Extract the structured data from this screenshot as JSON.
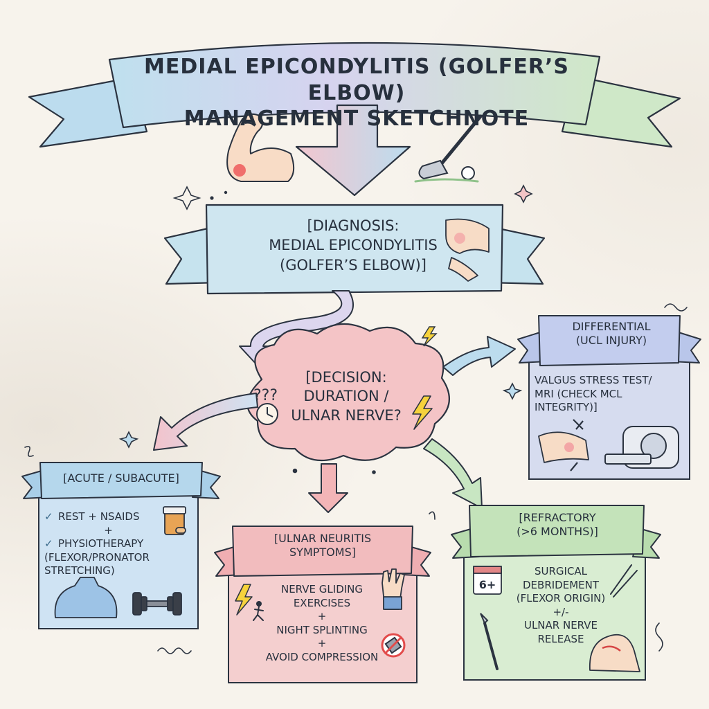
{
  "title": {
    "line1": "MEDIAL EPICONDYLITIS (GOLFER’S ELBOW)",
    "line2": "MANAGEMENT SKETCHNOTE"
  },
  "diagnosis": {
    "line1": "[DIAGNOSIS:",
    "line2": "MEDIAL EPICONDYLITIS",
    "line3": "(GOLFER’S ELBOW)]"
  },
  "decision": {
    "line1": "[DECISION:",
    "line2": "DURATION /",
    "line3": "ULNAR NERVE?",
    "glyph": "???"
  },
  "differential": {
    "label1": "DIFFERENTIAL",
    "label2": "(UCL INJURY)",
    "body1": "VALGUS STRESS TEST/",
    "body2": "MRI (CHECK MCL",
    "body3": "INTEGRITY)]"
  },
  "acute": {
    "label": "[ACUTE / SUBACUTE]",
    "items": [
      {
        "check": "✓",
        "text": "REST + NSAIDs"
      },
      {
        "plus": "+"
      },
      {
        "check": "✓",
        "text": "PHYSIOTHERAPY"
      },
      {
        "text": "(FLEXOR/PRONATOR"
      },
      {
        "text": "STRETCHING)"
      }
    ]
  },
  "ulnar": {
    "label1": "[ULNAR NEURITIS",
    "label2": "SYMPTOMS]",
    "body1": "NERVE GLIDING",
    "body2": "EXERCISES",
    "plus1": "+",
    "body3": "NIGHT SPLINTING",
    "plus2": "+",
    "body4": "AVOID COMPRESSION"
  },
  "refractory": {
    "label1": "[REFRACTORY",
    "label2": "(>6 MONTHS)]",
    "body1": "SURGICAL",
    "body2": "DEBRIDEMENT",
    "body3": "(FLEXOR ORIGIN)",
    "plus": "+/-",
    "body4": "ULNAR NERVE",
    "body5": "RELEASE",
    "calendar": "6+"
  },
  "colors": {
    "blue": "#cfe6f0",
    "pink": "#f4c4c6",
    "green": "#d6ebd0",
    "lavender": "#d6dcef",
    "ink": "#2b3340"
  }
}
